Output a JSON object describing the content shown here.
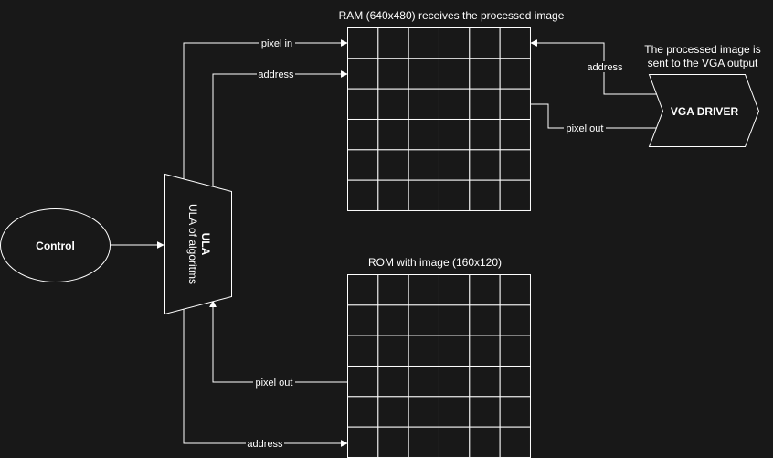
{
  "nodes": {
    "control": {
      "label": "Control"
    },
    "ula": {
      "title": "ULA",
      "subtitle": "ULA of algoritms"
    },
    "ram": {
      "title": "RAM (640x480) receives the processed image"
    },
    "rom": {
      "title": "ROM with image (160x120)"
    },
    "vga": {
      "label": "VGA DRIVER"
    },
    "vga_note": {
      "line1": "The processed image is",
      "line2": "sent to the VGA output"
    }
  },
  "edges": {
    "pixel_in": "pixel in",
    "ram_address": "address",
    "vga_address": "address",
    "ram_pixel_out": "pixel out",
    "rom_pixel_out": "pixel out",
    "rom_address": "address"
  },
  "grids": {
    "rows": 6,
    "cols": 6
  },
  "colors": {
    "background": "#181818",
    "stroke": "#ffffff",
    "text": "#ffffff"
  }
}
